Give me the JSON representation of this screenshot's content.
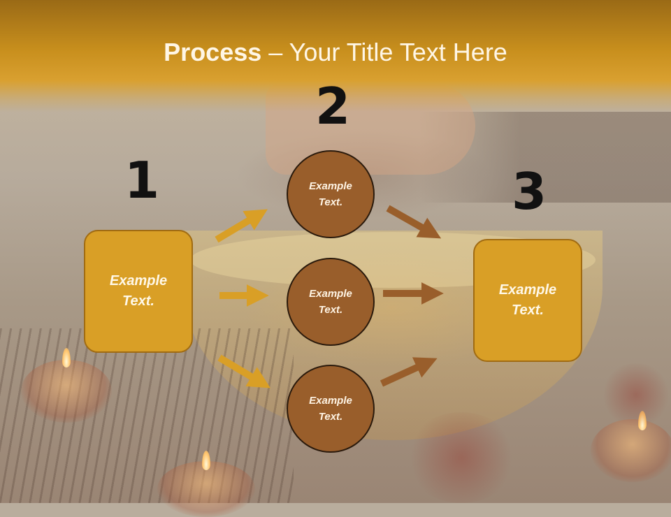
{
  "slide": {
    "title_bold": "Process",
    "title_rest": " – Your Title Text Here",
    "steps": [
      {
        "number": "1",
        "text": "Example\nText."
      },
      {
        "number": "2"
      },
      {
        "number": "3",
        "text": "Example\nText."
      }
    ],
    "circles": [
      {
        "text": "Example\nText."
      },
      {
        "text": "Example\nText."
      },
      {
        "text": "Example\nText."
      }
    ]
  },
  "colors": {
    "title_band": "#c88f1d",
    "box_fill": "#d99f26",
    "circle_fill": "#995e2b",
    "arrow_left": "#d99f26",
    "arrow_right": "#995e2b"
  }
}
